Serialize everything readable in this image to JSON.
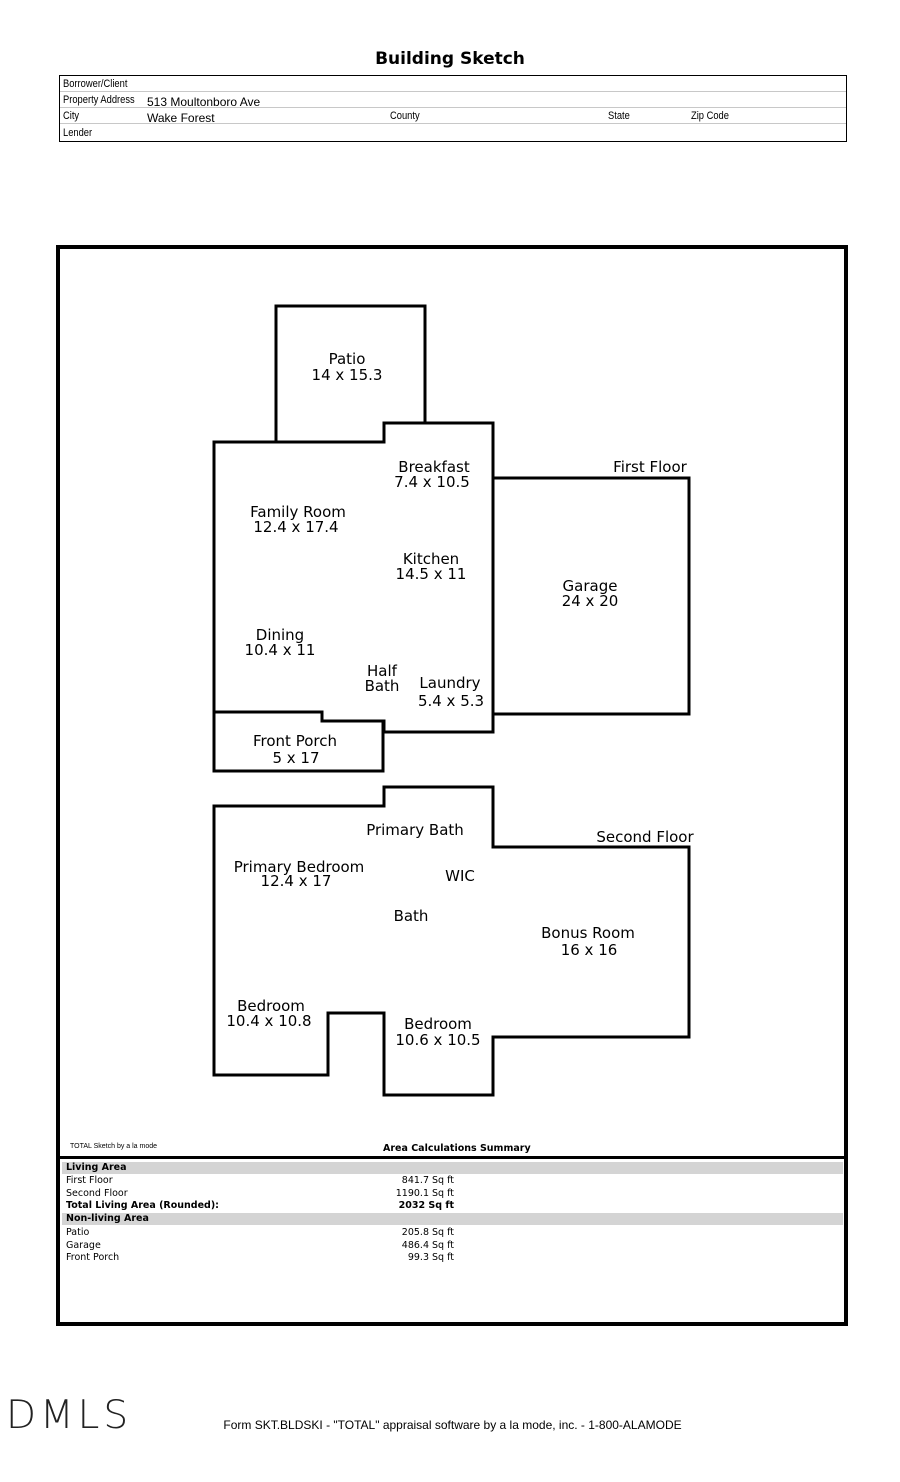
{
  "title": "Building Sketch",
  "header": {
    "borrower_label": "Borrower/Client",
    "address_label": "Property Address",
    "address_value": "513 Moultonboro Ave",
    "city_label": "City",
    "city_value": "Wake Forest",
    "county_label": "County",
    "state_label": "State",
    "zip_label": "Zip Code",
    "lender_label": "Lender"
  },
  "sketch": {
    "first_floor_label": "First Floor",
    "second_floor_label": "Second Floor",
    "rooms": {
      "patio": {
        "name": "Patio",
        "dim": "14 x 15.3"
      },
      "breakfast": {
        "name": "Breakfast",
        "dim": "7.4 x 10.5"
      },
      "family_room": {
        "name": "Family Room",
        "dim": "12.4 x 17.4"
      },
      "kitchen": {
        "name": "Kitchen",
        "dim": "14.5 x 11"
      },
      "garage": {
        "name": "Garage",
        "dim": "24 x 20"
      },
      "dining": {
        "name": "Dining",
        "dim": "10.4 x 11"
      },
      "half_bath": {
        "line1": "Half",
        "line2": "Bath"
      },
      "laundry": {
        "name": "Laundry",
        "dim": "5.4 x 5.3"
      },
      "front_porch": {
        "name": "Front Porch",
        "dim": "5 x 17"
      },
      "primary_bath": {
        "name": "Primary Bath"
      },
      "primary_bedroom": {
        "name": "Primary Bedroom",
        "dim": "12.4 x 17"
      },
      "wic": {
        "name": "WIC"
      },
      "bath": {
        "name": "Bath"
      },
      "bonus_room": {
        "name": "Bonus Room",
        "dim": "16 x 16"
      },
      "bedroom1": {
        "name": "Bedroom",
        "dim": "10.4 x 10.8"
      },
      "bedroom2": {
        "name": "Bedroom",
        "dim": "10.6 x 10.5"
      }
    }
  },
  "summary": {
    "credit": "TOTAL Sketch by a la mode",
    "title": "Area Calculations Summary",
    "living_label": "Living Area",
    "first_floor": {
      "label": "First Floor",
      "value": "841.7 Sq ft"
    },
    "second_floor": {
      "label": "Second Floor",
      "value": "1190.1 Sq ft"
    },
    "total": {
      "label": "Total Living Area (Rounded):",
      "value": "2032 Sq ft"
    },
    "nonliving_label": "Non-living Area",
    "patio": {
      "label": "Patio",
      "value": "205.8 Sq ft"
    },
    "garage": {
      "label": "Garage",
      "value": "486.4 Sq ft"
    },
    "front_porch": {
      "label": "Front Porch",
      "value": "99.3 Sq ft"
    }
  },
  "logo": "DMLS",
  "footer": "Form SKT.BLDSKI - \"TOTAL\" appraisal software by a la mode, inc. - 1-800-ALAMODE"
}
